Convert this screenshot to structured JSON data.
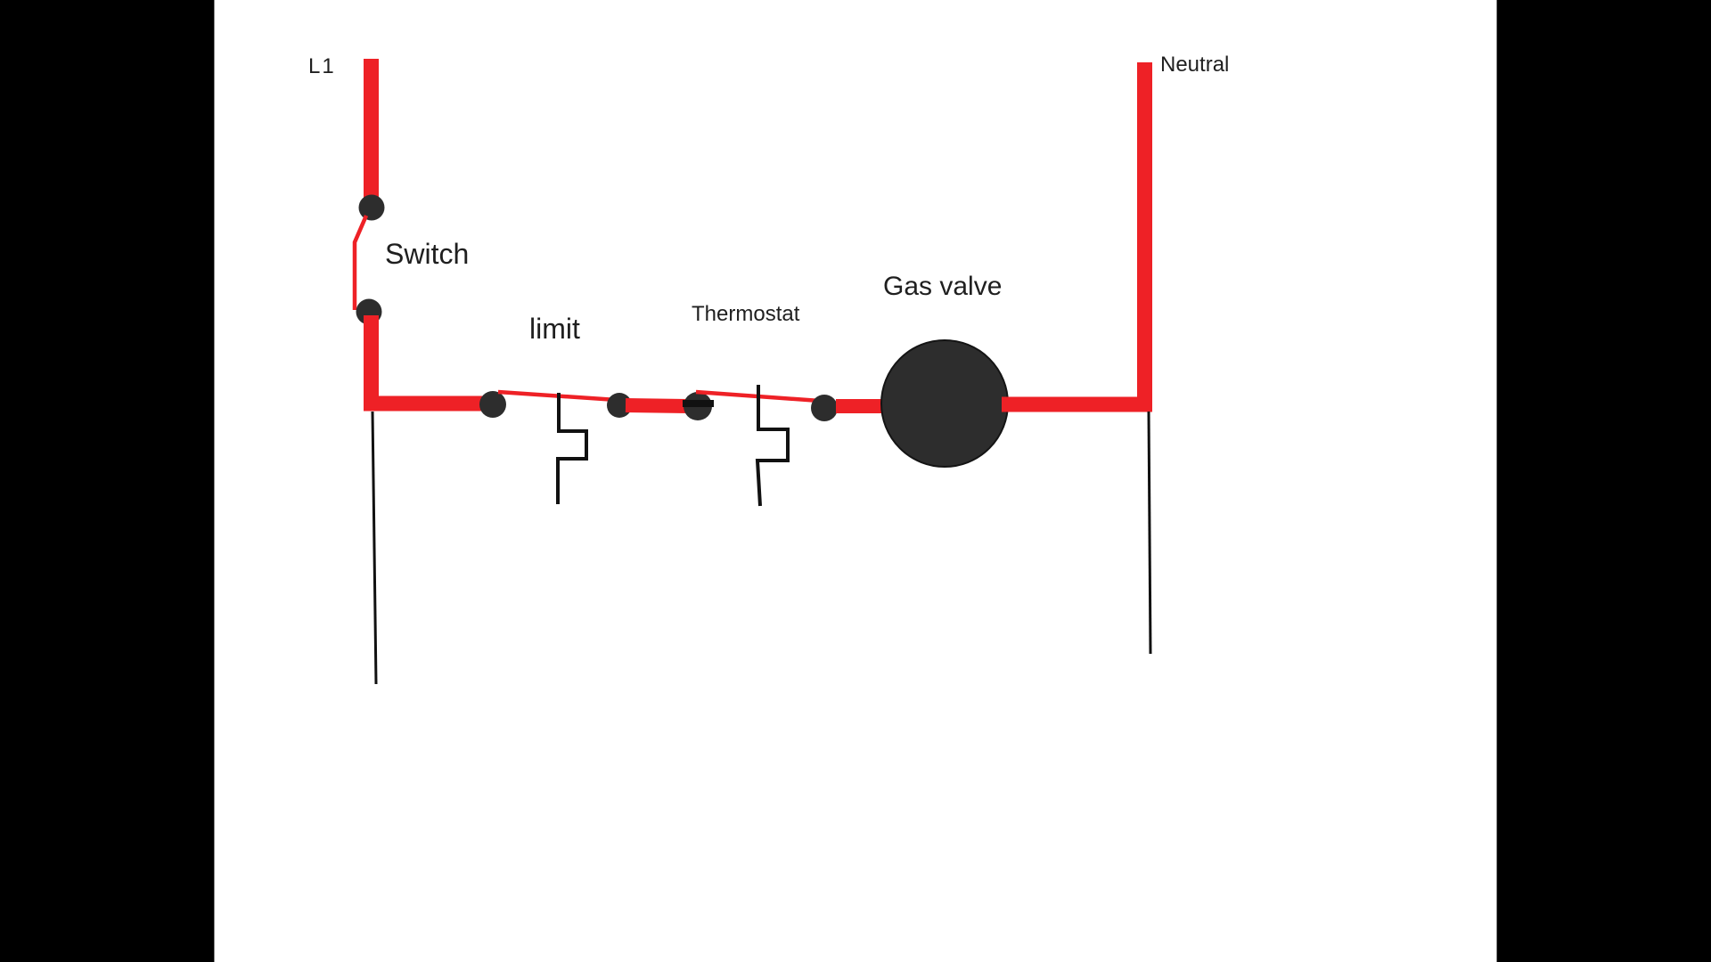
{
  "window": {
    "background": "#ffffff",
    "letterbox_color": "#000000"
  },
  "diagram": {
    "type": "wiring-circuit",
    "labels": {
      "l1": "L1",
      "switch": "Switch",
      "limit": "limit",
      "thermostat": "Thermostat",
      "gas_valve": "Gas valve",
      "neutral": "Neutral"
    },
    "colors": {
      "hot_wire": "#ee2126",
      "component_fill": "#2d2d2d",
      "black_wire": "#111111",
      "label_text": "#1f1f1f"
    }
  }
}
